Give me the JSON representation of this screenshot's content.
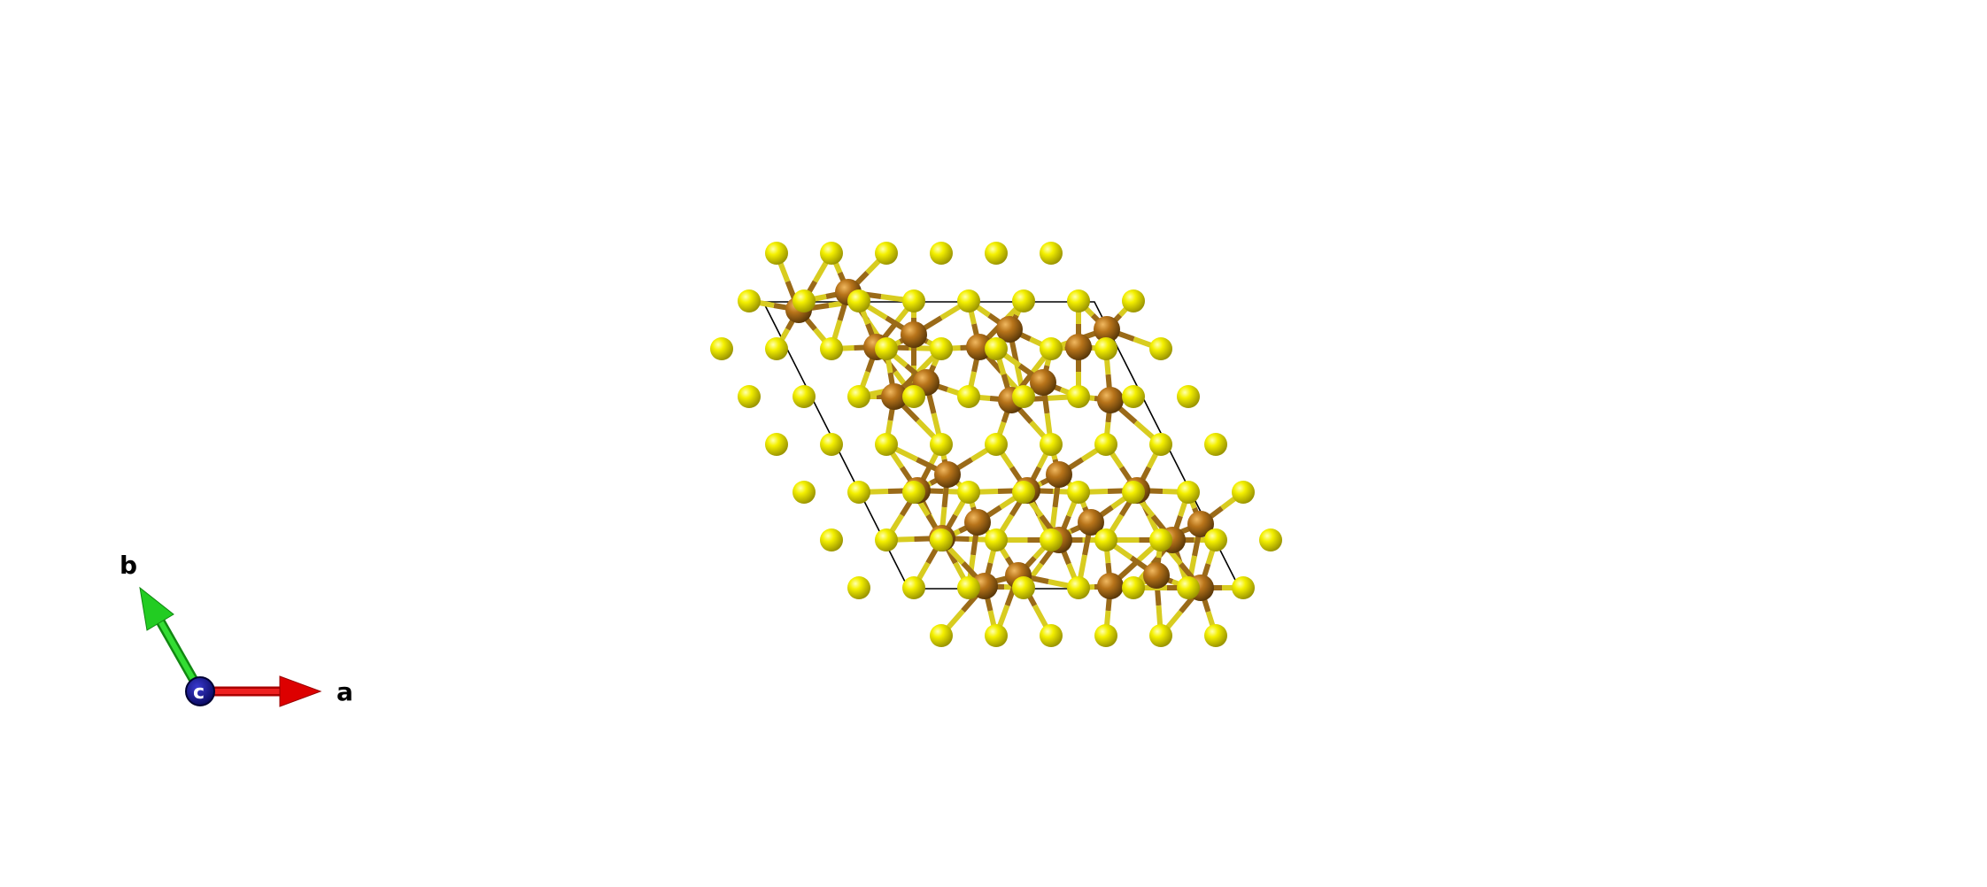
{
  "structure": {
    "lattice": "hexagonal",
    "view_direction": "c",
    "supercell": [
      3,
      3
    ],
    "atom_species": [
      {
        "role": "anion",
        "color": "#e6e600"
      },
      {
        "role": "cation",
        "color": "#b8741a"
      }
    ],
    "bond_color": "#d8cc20",
    "cell_outline_color": "#000000"
  },
  "axes": {
    "a_label": "a",
    "b_label": "b",
    "c_label": "c",
    "a_color": "#dd0000",
    "b_color": "#22cc22",
    "c_color": "#0a0a90"
  }
}
